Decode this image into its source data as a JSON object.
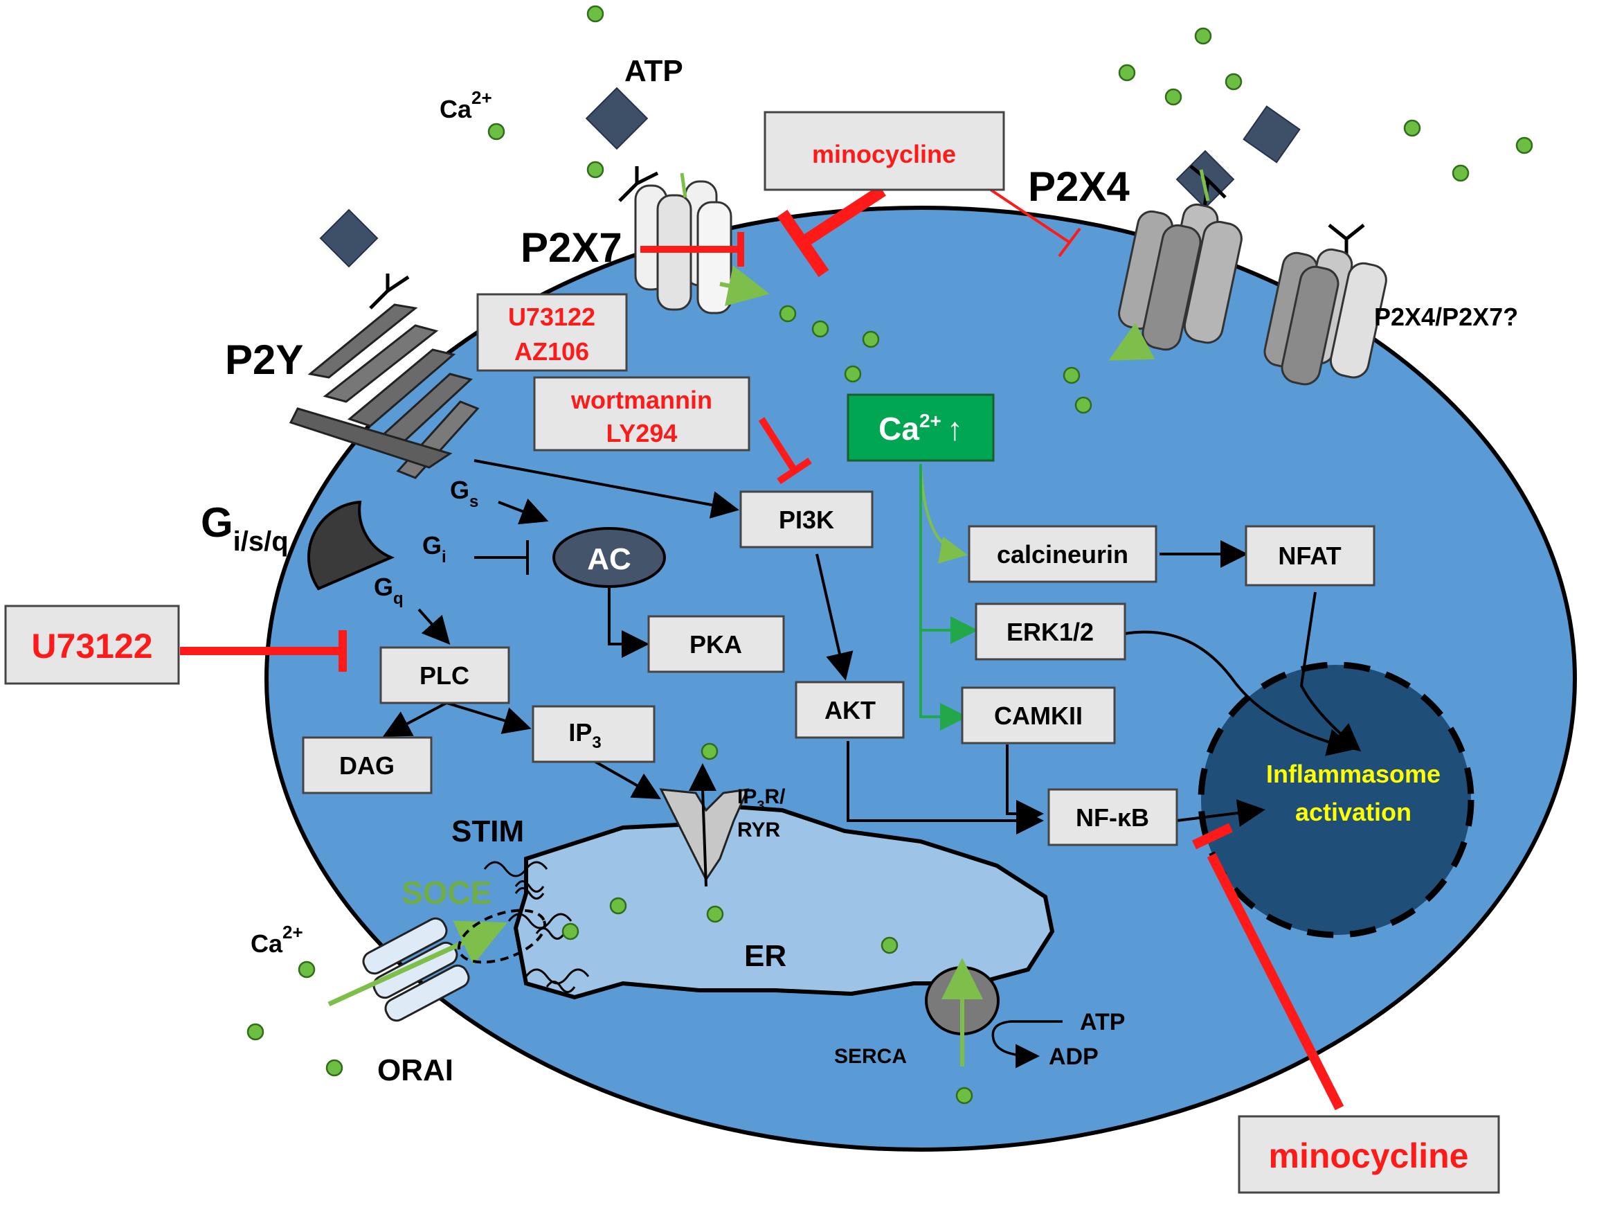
{
  "labels": {
    "atp_top": "ATP",
    "ca_top": "Ca",
    "ca_sup": "2+",
    "p2x7": "P2X7",
    "p2x4": "P2X4",
    "p2x4_p2x7": "P2X4/P2X7?",
    "p2y": "P2Y",
    "g_main": "G",
    "g_sub": "i/s/q",
    "gs": "G",
    "gs_sub": "s",
    "gi": "G",
    "gi_sub": "i",
    "gq": "G",
    "gq_sub": "q",
    "ac": "AC",
    "stim": "STIM",
    "soce": "SOCE",
    "ca_bottom": "Ca",
    "ca_bottom_sup": "2+",
    "orai": "ORAI",
    "er": "ER",
    "ip3r_line1": "IP",
    "ip3r_sub": "3",
    "ip3r_line1_end": "R/",
    "ip3r_line2": "RYR",
    "serca": "SERCA",
    "atp_serca": "ATP",
    "adp_serca": "ADP",
    "inflammasome_line1": "Inflammasome",
    "inflammasome_line2": "activation"
  },
  "boxes": {
    "pi3k": "PI3K",
    "pka": "PKA",
    "plc": "PLC",
    "dag": "DAG",
    "ip3": "IP",
    "ip3_sub": "3",
    "akt": "AKT",
    "calcineurin": "calcineurin",
    "nfat": "NFAT",
    "erk": "ERK1/2",
    "camkii": "CAMKII",
    "nfkb": "NF-κB",
    "ca_up": "Ca",
    "ca_up_sup": "2+",
    "ca_up_arrow": "↑"
  },
  "inhibitors": {
    "minocycline_top": "minocycline",
    "u73122_az106_line1": "U73122",
    "u73122_az106_line2": "AZ106",
    "wortmannin_line1": "wortmannin",
    "wortmannin_line2": "LY294",
    "u73122_left": "U73122",
    "minocycline_bottom": "minocycline"
  },
  "colors": {
    "cell": "#5b9bd5",
    "cell_border": "#000000",
    "er": "#9dc3e6",
    "nucleus": "#1f4e79",
    "calcium": "#6cbf43",
    "atp_ligand": "#3d5068",
    "inhibitor_red": "#ff1a1a",
    "ca_box_green": "#00a651",
    "inflammasome_text": "#ffff00"
  }
}
